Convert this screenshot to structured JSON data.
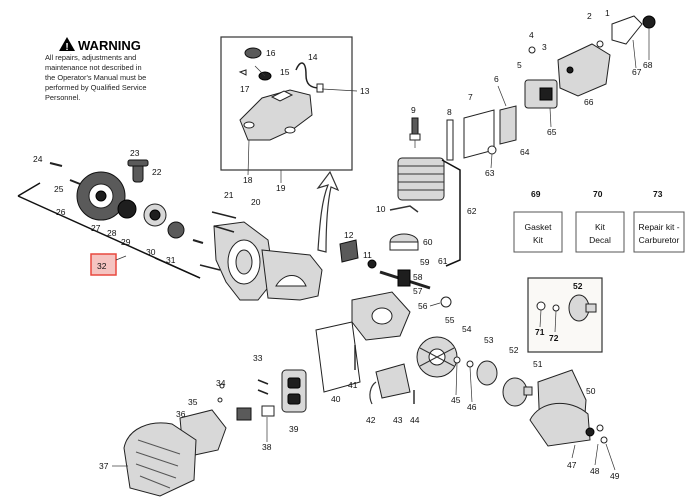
{
  "warning": {
    "title": "WARNING",
    "lines": [
      "All repairs, adjustments and",
      "maintenance not described in",
      "the Operator's Manual must be",
      "performed by Qualified Service",
      "Personnel."
    ]
  },
  "kit_boxes": {
    "gasket": {
      "number": "69",
      "line1": "Gasket",
      "line2": "Kit"
    },
    "decal": {
      "number": "70",
      "line1": "Kit",
      "line2": "Decal"
    },
    "carb": {
      "number": "73",
      "line1": "Repair kit -",
      "line2": "Carburetor"
    }
  },
  "callouts": {
    "c1": "1",
    "c2": "2",
    "c3": "3",
    "c4": "4",
    "c5": "5",
    "c6": "6",
    "c7": "7",
    "c8": "8",
    "c9": "9",
    "c10": "10",
    "c11": "11",
    "c12": "12",
    "c13": "13",
    "c14": "14",
    "c15": "15",
    "c16": "16",
    "c17": "17",
    "c18": "18",
    "c19": "19",
    "c20": "20",
    "c21": "21",
    "c22": "22",
    "c23": "23",
    "c24": "24",
    "c25": "25",
    "c26": "26",
    "c27": "27",
    "c28": "28",
    "c29": "29",
    "c30": "30",
    "c31": "31",
    "c32": "32",
    "c33": "33",
    "c34": "34",
    "c35": "35",
    "c36": "36",
    "c37": "37",
    "c38": "38",
    "c39": "39",
    "c40": "40",
    "c41": "41",
    "c42": "42",
    "c43": "43",
    "c44": "44",
    "c45": "45",
    "c46": "46",
    "c47": "47",
    "c48": "48",
    "c49": "49",
    "c50": "50",
    "c51": "51",
    "c52": "52",
    "c53": "53",
    "c54": "54",
    "c55": "55",
    "c56": "56",
    "c57": "57",
    "c58": "58",
    "c59": "59",
    "c60": "60",
    "c61": "61",
    "c62": "62",
    "c63": "63",
    "c64": "64",
    "c65": "65",
    "c66": "66",
    "c67": "67",
    "c68": "68",
    "i71": "71",
    "i72": "72",
    "i52": "52"
  },
  "colors": {
    "highlight_box": "#e8483f",
    "highlight_fill": "#f5c4c1"
  }
}
